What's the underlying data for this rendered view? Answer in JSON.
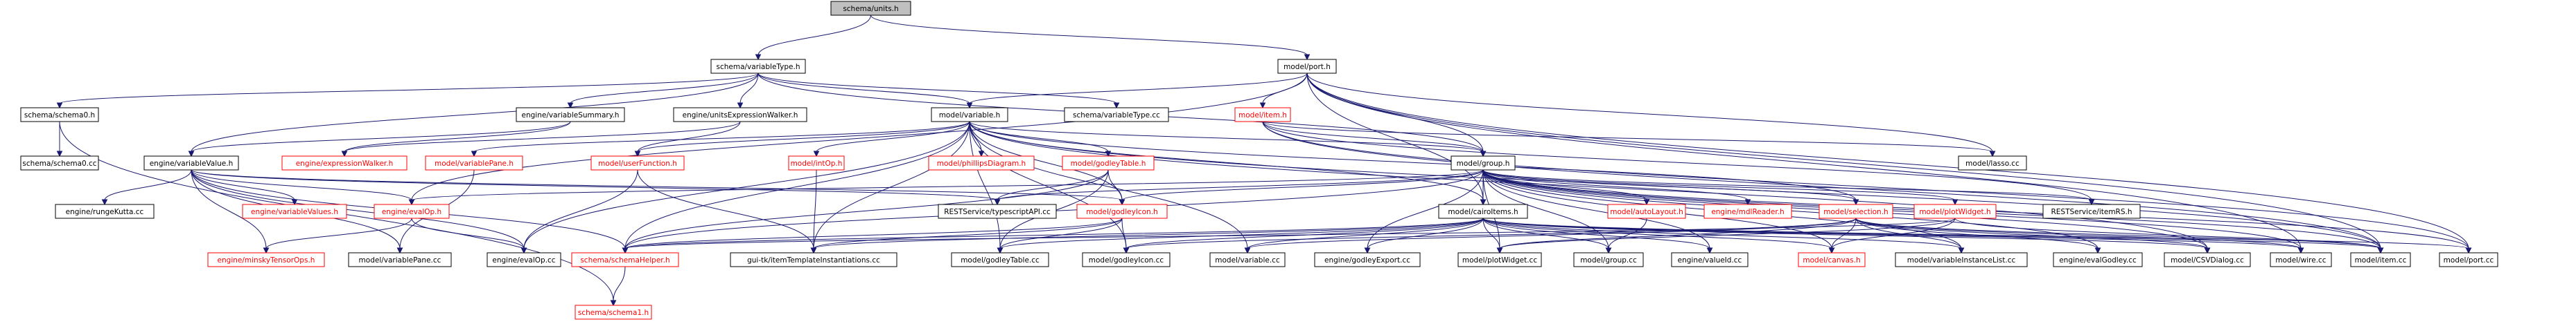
{
  "colors": {
    "root_fill": "#bfbfbf",
    "root_border": "#000000",
    "normal_border": "#000000",
    "missing_border": "#ff0000",
    "link_text": "#000000",
    "missing_text": "#ff0000",
    "edge": "#191970"
  },
  "nodes": [
    {
      "id": "units",
      "label": "schema/units.h",
      "style": "root"
    },
    {
      "id": "vartype",
      "label": "schema/variableType.h",
      "style": "normal"
    },
    {
      "id": "porth",
      "label": "model/port.h",
      "style": "normal"
    },
    {
      "id": "schema0h",
      "label": "schema/schema0.h",
      "style": "normal"
    },
    {
      "id": "varsummary",
      "label": "engine/variableSummary.h",
      "style": "normal"
    },
    {
      "id": "unitsexpr",
      "label": "engine/unitsExpressionWalker.h",
      "style": "normal"
    },
    {
      "id": "variableh",
      "label": "model/variable.h",
      "style": "normal"
    },
    {
      "id": "vartypecc",
      "label": "schema/variableType.cc",
      "style": "normal"
    },
    {
      "id": "itemh",
      "label": "model/item.h",
      "style": "missing"
    },
    {
      "id": "schema0cc",
      "label": "schema/schema0.cc",
      "style": "normal"
    },
    {
      "id": "varvalue",
      "label": "engine/variableValue.h",
      "style": "normal"
    },
    {
      "id": "exprwalker",
      "label": "engine/expressionWalker.h",
      "style": "missing"
    },
    {
      "id": "varpane",
      "label": "model/variablePane.h",
      "style": "missing"
    },
    {
      "id": "userfunc",
      "label": "model/userFunction.h",
      "style": "missing"
    },
    {
      "id": "intop",
      "label": "model/intOp.h",
      "style": "missing"
    },
    {
      "id": "phillips",
      "label": "model/phillipsDiagram.h",
      "style": "missing"
    },
    {
      "id": "godleytable",
      "label": "model/godleyTable.h",
      "style": "missing"
    },
    {
      "id": "grouph",
      "label": "model/group.h",
      "style": "normal"
    },
    {
      "id": "lassocc",
      "label": "model/lasso.cc",
      "style": "normal"
    },
    {
      "id": "rungekutta",
      "label": "engine/rungeKutta.cc",
      "style": "normal"
    },
    {
      "id": "varvalues",
      "label": "engine/variableValues.h",
      "style": "missing"
    },
    {
      "id": "evalop",
      "label": "engine/evalOp.h",
      "style": "missing"
    },
    {
      "id": "restts",
      "label": "RESTService/typescriptAPI.cc",
      "style": "normal"
    },
    {
      "id": "godleyicon",
      "label": "model/godleyIcon.h",
      "style": "missing"
    },
    {
      "id": "cairoitems",
      "label": "model/cairoItems.h",
      "style": "normal"
    },
    {
      "id": "autolayout",
      "label": "model/autoLayout.h",
      "style": "missing"
    },
    {
      "id": "mdlreader",
      "label": "engine/mdlReader.h",
      "style": "missing"
    },
    {
      "id": "selection",
      "label": "model/selection.h",
      "style": "missing"
    },
    {
      "id": "plotwidget",
      "label": "model/plotWidget.h",
      "style": "missing"
    },
    {
      "id": "restitemrs",
      "label": "RESTService/itemRS.h",
      "style": "normal"
    },
    {
      "id": "minsky",
      "label": "engine/minskyTensorOps.h",
      "style": "missing"
    },
    {
      "id": "varpanecc",
      "label": "model/variablePane.cc",
      "style": "normal"
    },
    {
      "id": "evalopcc",
      "label": "engine/evalOp.cc",
      "style": "normal"
    },
    {
      "id": "schemahelper",
      "label": "schema/schemaHelper.h",
      "style": "missing"
    },
    {
      "id": "guitk",
      "label": "gui-tk/itemTemplateInstantiations.cc",
      "style": "normal"
    },
    {
      "id": "godleytablecc",
      "label": "model/godleyTable.cc",
      "style": "normal"
    },
    {
      "id": "godleyiconcc",
      "label": "model/godleyIcon.cc",
      "style": "normal"
    },
    {
      "id": "variablecc",
      "label": "model/variable.cc",
      "style": "normal"
    },
    {
      "id": "godleyexport",
      "label": "engine/godleyExport.cc",
      "style": "normal"
    },
    {
      "id": "plotwidgetcc",
      "label": "model/plotWidget.cc",
      "style": "normal"
    },
    {
      "id": "groupcc",
      "label": "model/group.cc",
      "style": "normal"
    },
    {
      "id": "valueidcc",
      "label": "engine/valueId.cc",
      "style": "normal"
    },
    {
      "id": "canvash",
      "label": "model/canvas.h",
      "style": "missing"
    },
    {
      "id": "varinstlist",
      "label": "model/variableInstanceList.cc",
      "style": "normal"
    },
    {
      "id": "evalgodley",
      "label": "engine/evalGodley.cc",
      "style": "normal"
    },
    {
      "id": "csvdialog",
      "label": "model/CSVDialog.cc",
      "style": "normal"
    },
    {
      "id": "wirecc",
      "label": "model/wire.cc",
      "style": "normal"
    },
    {
      "id": "itemcc",
      "label": "model/item.cc",
      "style": "normal"
    },
    {
      "id": "portcc",
      "label": "model/port.cc",
      "style": "normal"
    },
    {
      "id": "schema1h",
      "label": "schema/schema1.h",
      "style": "missing"
    }
  ],
  "edges": [
    [
      "units",
      "vartype"
    ],
    [
      "units",
      "porth"
    ],
    [
      "vartype",
      "schema0h"
    ],
    [
      "vartype",
      "varsummary"
    ],
    [
      "vartype",
      "unitsexpr"
    ],
    [
      "vartype",
      "variableh"
    ],
    [
      "vartype",
      "vartypecc"
    ],
    [
      "vartype",
      "varvalue"
    ],
    [
      "vartype",
      "grouph"
    ],
    [
      "porth",
      "itemh"
    ],
    [
      "porth",
      "grouph"
    ],
    [
      "porth",
      "lassocc"
    ],
    [
      "porth",
      "variableh"
    ],
    [
      "porth",
      "wirecc"
    ],
    [
      "porth",
      "itemcc"
    ],
    [
      "porth",
      "portcc"
    ],
    [
      "porth",
      "evalop"
    ],
    [
      "porth",
      "cairoitems"
    ],
    [
      "schema0h",
      "schema0cc"
    ],
    [
      "schema0h",
      "schema1h"
    ],
    [
      "varsummary",
      "exprwalker"
    ],
    [
      "varsummary",
      "varvalue"
    ],
    [
      "unitsexpr",
      "userfunc"
    ],
    [
      "unitsexpr",
      "exprwalker"
    ],
    [
      "variableh",
      "varpane"
    ],
    [
      "variableh",
      "userfunc"
    ],
    [
      "variableh",
      "intop"
    ],
    [
      "variableh",
      "phillips"
    ],
    [
      "variableh",
      "godleytable"
    ],
    [
      "variableh",
      "grouph"
    ],
    [
      "variableh",
      "cairoitems"
    ],
    [
      "variableh",
      "schemahelper"
    ],
    [
      "variableh",
      "guitk"
    ],
    [
      "variableh",
      "godleyicon"
    ],
    [
      "variableh",
      "variablecc"
    ],
    [
      "variableh",
      "godleyiconcc"
    ],
    [
      "variableh",
      "godleytablecc"
    ],
    [
      "variableh",
      "itemcc"
    ],
    [
      "variableh",
      "selection"
    ],
    [
      "variableh",
      "evalopcc"
    ],
    [
      "variableh",
      "csvdialog"
    ],
    [
      "itemh",
      "grouph"
    ],
    [
      "itemh",
      "lassocc"
    ],
    [
      "itemh",
      "restitemrs"
    ],
    [
      "itemh",
      "itemcc"
    ],
    [
      "itemh",
      "portcc"
    ],
    [
      "varvalue",
      "rungekutta"
    ],
    [
      "varvalue",
      "varvalues"
    ],
    [
      "varvalue",
      "evalop"
    ],
    [
      "varvalue",
      "restts"
    ],
    [
      "varvalue",
      "godleyicon"
    ],
    [
      "varvalue",
      "minsky"
    ],
    [
      "varvalue",
      "varpanecc"
    ],
    [
      "varvalue",
      "schemahelper"
    ],
    [
      "varvalue",
      "evalopcc"
    ],
    [
      "varpane",
      "varpanecc"
    ],
    [
      "userfunc",
      "evalopcc"
    ],
    [
      "userfunc",
      "guitk"
    ],
    [
      "intop",
      "guitk"
    ],
    [
      "godleytable",
      "godleyicon"
    ],
    [
      "godleytable",
      "restts"
    ],
    [
      "godleytable",
      "godleytablecc"
    ],
    [
      "godleytable",
      "schemahelper"
    ],
    [
      "grouph",
      "autolayout"
    ],
    [
      "grouph",
      "mdlreader"
    ],
    [
      "grouph",
      "selection"
    ],
    [
      "grouph",
      "plotwidget"
    ],
    [
      "grouph",
      "restitemrs"
    ],
    [
      "grouph",
      "cairoitems"
    ],
    [
      "grouph",
      "godleyicon"
    ],
    [
      "grouph",
      "restts"
    ],
    [
      "grouph",
      "evalop"
    ],
    [
      "grouph",
      "groupcc"
    ],
    [
      "grouph",
      "valueidcc"
    ],
    [
      "grouph",
      "canvash"
    ],
    [
      "grouph",
      "varinstlist"
    ],
    [
      "grouph",
      "evalgodley"
    ],
    [
      "grouph",
      "csvdialog"
    ],
    [
      "grouph",
      "wirecc"
    ],
    [
      "grouph",
      "itemcc"
    ],
    [
      "grouph",
      "portcc"
    ],
    [
      "grouph",
      "schemahelper"
    ],
    [
      "grouph",
      "godleyexport"
    ],
    [
      "grouph",
      "plotwidgetcc"
    ],
    [
      "evalop",
      "minsky"
    ],
    [
      "evalop",
      "evalopcc"
    ],
    [
      "godleyicon",
      "godleyiconcc"
    ],
    [
      "godleyicon",
      "godleytablecc"
    ],
    [
      "godleyicon",
      "schemahelper"
    ],
    [
      "godleyicon",
      "guitk"
    ],
    [
      "cairoitems",
      "guitk"
    ],
    [
      "cairoitems",
      "godleytablecc"
    ],
    [
      "cairoitems",
      "godleyiconcc"
    ],
    [
      "cairoitems",
      "variablecc"
    ],
    [
      "cairoitems",
      "godleyexport"
    ],
    [
      "cairoitems",
      "plotwidgetcc"
    ],
    [
      "cairoitems",
      "groupcc"
    ],
    [
      "cairoitems",
      "valueidcc"
    ],
    [
      "cairoitems",
      "canvash"
    ],
    [
      "cairoitems",
      "varinstlist"
    ],
    [
      "cairoitems",
      "itemcc"
    ],
    [
      "cairoitems",
      "portcc"
    ],
    [
      "cairoitems",
      "wirecc"
    ],
    [
      "cairoitems",
      "schemahelper"
    ],
    [
      "cairoitems",
      "csvdialog"
    ],
    [
      "autolayout",
      "groupcc"
    ],
    [
      "selection",
      "canvash"
    ],
    [
      "selection",
      "varinstlist"
    ],
    [
      "selection",
      "evalgodley"
    ],
    [
      "selection",
      "csvdialog"
    ],
    [
      "selection",
      "wirecc"
    ],
    [
      "selection",
      "itemcc"
    ],
    [
      "selection",
      "godleyiconcc"
    ],
    [
      "selection",
      "variablecc"
    ],
    [
      "selection",
      "plotwidgetcc"
    ],
    [
      "plotwidget",
      "plotwidgetcc"
    ],
    [
      "plotwidget",
      "canvash"
    ],
    [
      "plotwidget",
      "schemahelper"
    ],
    [
      "plotwidget",
      "itemcc"
    ],
    [
      "schemahelper",
      "schema1h"
    ]
  ]
}
